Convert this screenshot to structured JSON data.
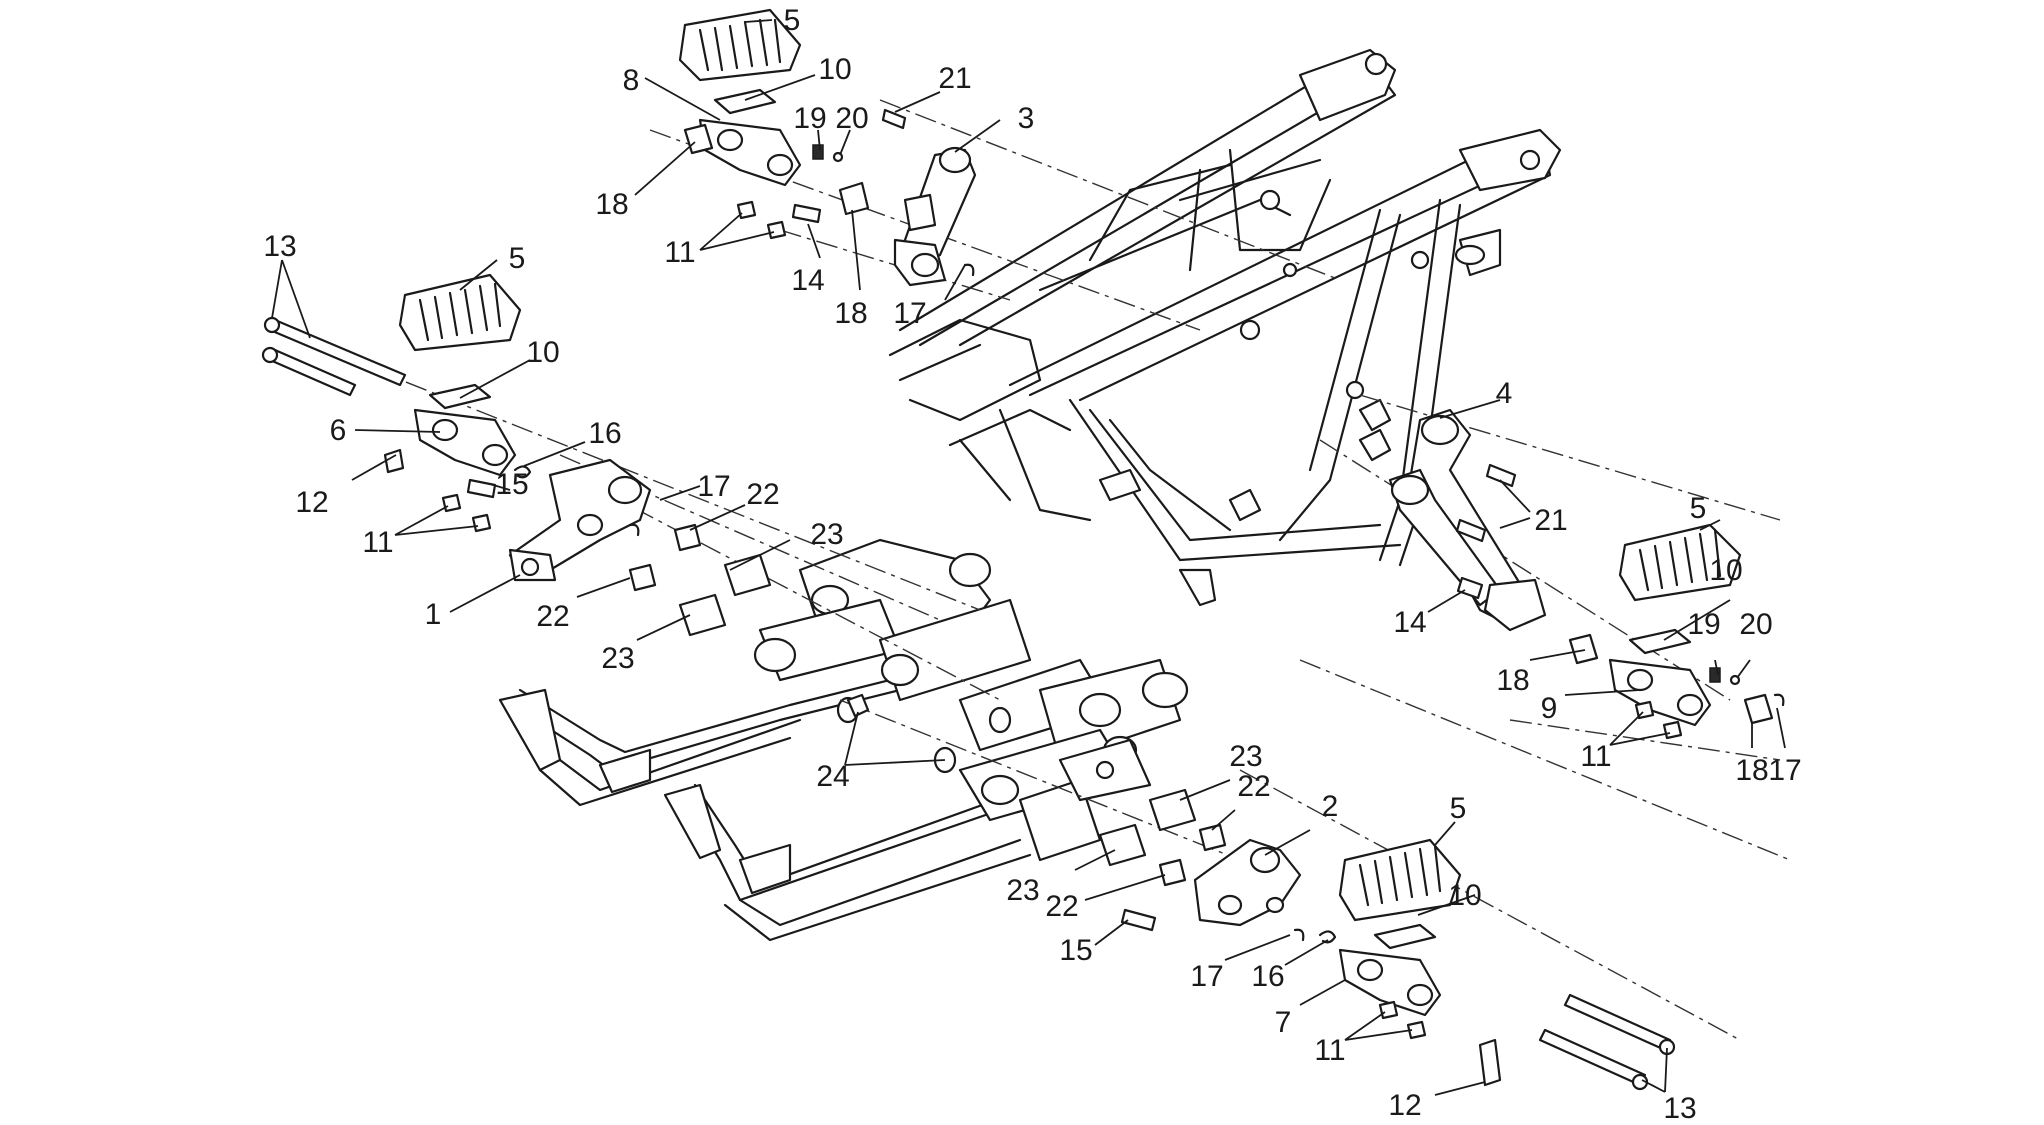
{
  "diagram": {
    "callouts": [
      "5",
      "10",
      "8",
      "21",
      "19",
      "20",
      "3",
      "18",
      "11",
      "14",
      "18",
      "17",
      "13",
      "5",
      "10",
      "6",
      "16",
      "12",
      "15",
      "11",
      "17",
      "22",
      "23",
      "1",
      "22",
      "23",
      "21",
      "4",
      "5",
      "10",
      "14",
      "19",
      "20",
      "18",
      "9",
      "11",
      "18",
      "17",
      "24",
      "23",
      "22",
      "2",
      "5",
      "10",
      "23",
      "22",
      "15",
      "17",
      "16",
      "7",
      "11",
      "12",
      "13"
    ]
  }
}
